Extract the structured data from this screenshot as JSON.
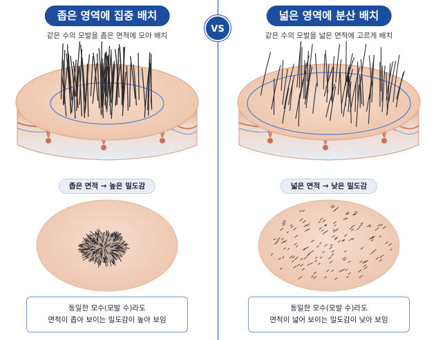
{
  "vs_label": "VS",
  "panels": [
    {
      "title": "좁은 영역에 집중 배치",
      "subtitle": "같은 수의 모발을 좁은 면적에 모아 배치",
      "density_label": "좁은 면적 → 높은 밀도감",
      "caption_line1": "동일한 모수(모발 수)라도",
      "caption_line2": "면적이 좁아 보이는 밀도감이 높아 보임",
      "layout": "concentrated"
    },
    {
      "title": "넓은 영역에 분산 배치",
      "subtitle": "같은 수의 모발을 넓은 면적에 고르게 배치",
      "density_label": "넓은 면적 → 낮은 밀도감",
      "caption_line1": "동일한 모수(모발 수)라도",
      "caption_line2": "면적이 넓어 보이는 밀도감이 낮아 보임",
      "layout": "distributed"
    }
  ],
  "colors": {
    "brand": "#1d4e9e",
    "skin_top": "#f1cdb6",
    "skin_side": "#e8a98f",
    "hair": "#2b2b2f",
    "boundary": "#4f7fcf"
  }
}
